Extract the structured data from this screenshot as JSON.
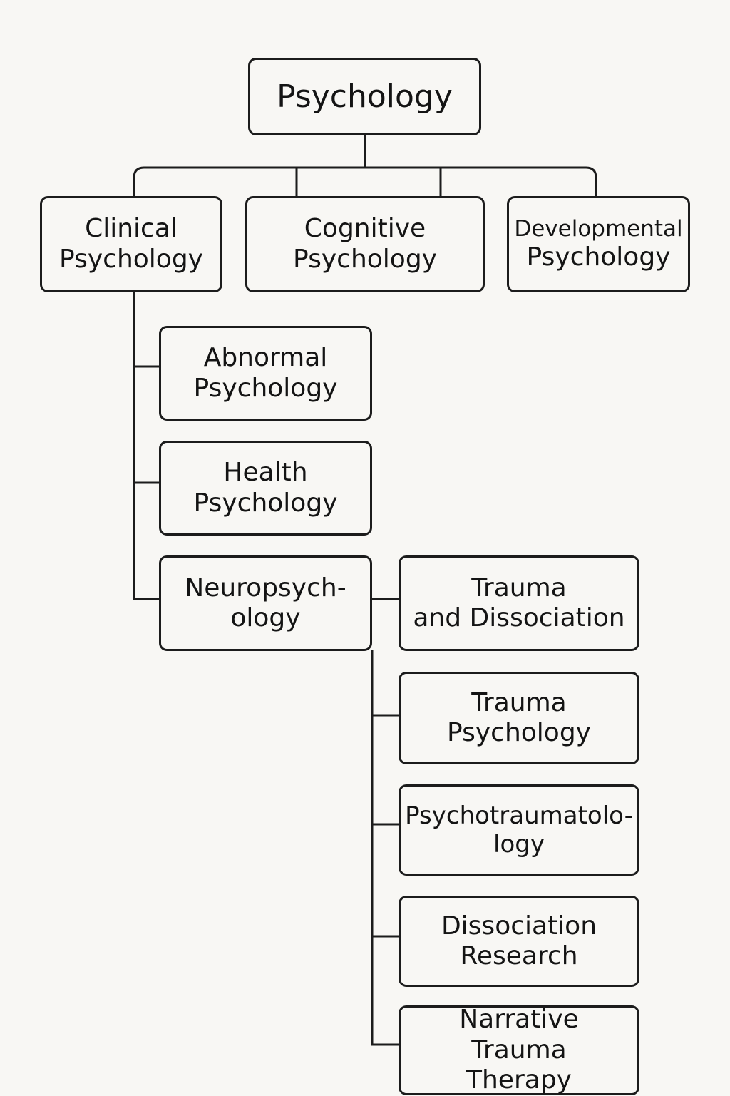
{
  "root": {
    "label": "Psychology"
  },
  "branches": [
    {
      "id": "clinical",
      "line1": "Clinical",
      "line2": "Psychology"
    },
    {
      "id": "cognitive",
      "line1": "Cognitive",
      "line2": "Psychology"
    },
    {
      "id": "developmental",
      "line1": "Developmental",
      "line2": "Psychology"
    }
  ],
  "clinical_children": [
    {
      "id": "abnormal",
      "line1": "Abnormal",
      "line2": "Psychology"
    },
    {
      "id": "health",
      "line1": "Health",
      "line2": "Psychology"
    },
    {
      "id": "neuro",
      "line1": "Neuropsych-",
      "line2": "ology"
    }
  ],
  "neuro_children": [
    {
      "id": "trauma_dissociation",
      "line1": "Trauma",
      "line2": "and Dissociation"
    },
    {
      "id": "trauma_psychology",
      "line1": "Trauma",
      "line2": "Psychology"
    },
    {
      "id": "psychotraumatology",
      "line1": "Psychotraumatolo-",
      "line2": "logy"
    },
    {
      "id": "dissociation_research",
      "line1": "Dissociation",
      "line2": "Research"
    },
    {
      "id": "narrative_trauma_therapy",
      "line1": "Narrative Trauma",
      "line2": "Therapy"
    }
  ]
}
